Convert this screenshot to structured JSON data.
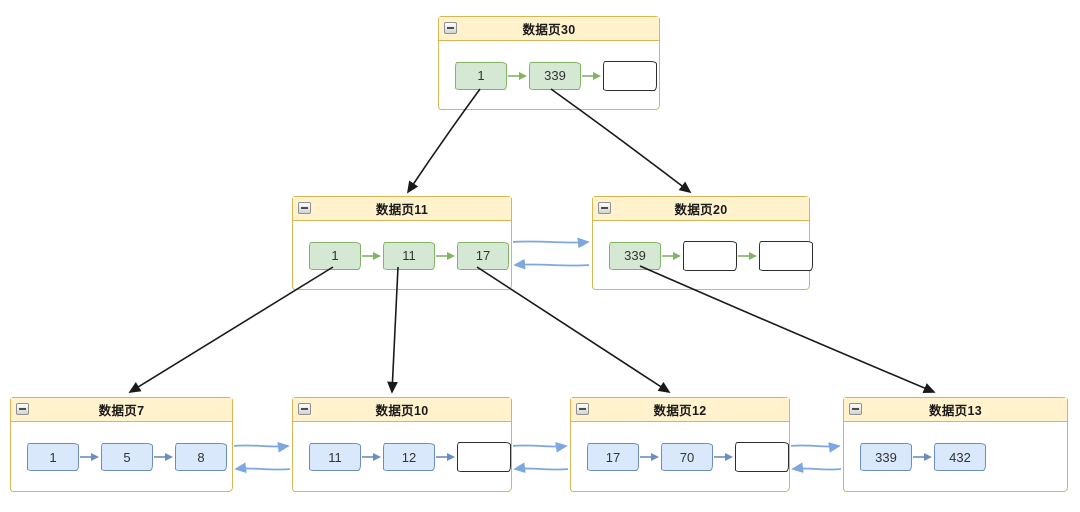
{
  "diagram": {
    "type": "bplus-tree-data-pages",
    "header_icon": "collapse-minus-icon",
    "colors": {
      "page_header_fill": "#FFF2CC",
      "page_border": "#D6B656",
      "index_cell_fill": "#D5E8D4",
      "index_cell_border": "#82B366",
      "leaf_cell_fill": "#DAE8FC",
      "leaf_cell_border": "#6C8EBF",
      "empty_cell_border": "#2D2D2D",
      "tree_edge": "#1A1A1A",
      "sibling_link": "#7EA6E0"
    },
    "pages": [
      {
        "title": "数据页30",
        "level": "root",
        "cells": [
          {
            "value": "1"
          },
          {
            "value": "339"
          },
          {
            "value": ""
          }
        ]
      },
      {
        "title": "数据页11",
        "level": "index",
        "cells": [
          {
            "value": "1"
          },
          {
            "value": "11"
          },
          {
            "value": "17"
          }
        ]
      },
      {
        "title": "数据页20",
        "level": "index",
        "cells": [
          {
            "value": "339"
          },
          {
            "value": ""
          },
          {
            "value": ""
          }
        ]
      },
      {
        "title": "数据页7",
        "level": "leaf",
        "cells": [
          {
            "value": "1"
          },
          {
            "value": "5"
          },
          {
            "value": "8"
          }
        ]
      },
      {
        "title": "数据页10",
        "level": "leaf",
        "cells": [
          {
            "value": "11"
          },
          {
            "value": "12"
          },
          {
            "value": ""
          }
        ]
      },
      {
        "title": "数据页12",
        "level": "leaf",
        "cells": [
          {
            "value": "17"
          },
          {
            "value": "70"
          },
          {
            "value": ""
          }
        ]
      },
      {
        "title": "数据页13",
        "level": "leaf",
        "cells": [
          {
            "value": "339"
          },
          {
            "value": "432"
          }
        ]
      }
    ],
    "tree_edges": [
      {
        "from": "数据页30:1",
        "to": "数据页11"
      },
      {
        "from": "数据页30:339",
        "to": "数据页20"
      },
      {
        "from": "数据页11:1",
        "to": "数据页7"
      },
      {
        "from": "数据页11:11",
        "to": "数据页10"
      },
      {
        "from": "数据页11:17",
        "to": "数据页12"
      },
      {
        "from": "数据页20:339",
        "to": "数据页13"
      }
    ],
    "sibling_links": [
      {
        "between": [
          "数据页11",
          "数据页20"
        ]
      },
      {
        "between": [
          "数据页7",
          "数据页10"
        ]
      },
      {
        "between": [
          "数据页10",
          "数据页12"
        ]
      },
      {
        "between": [
          "数据页12",
          "数据页13"
        ]
      }
    ]
  }
}
